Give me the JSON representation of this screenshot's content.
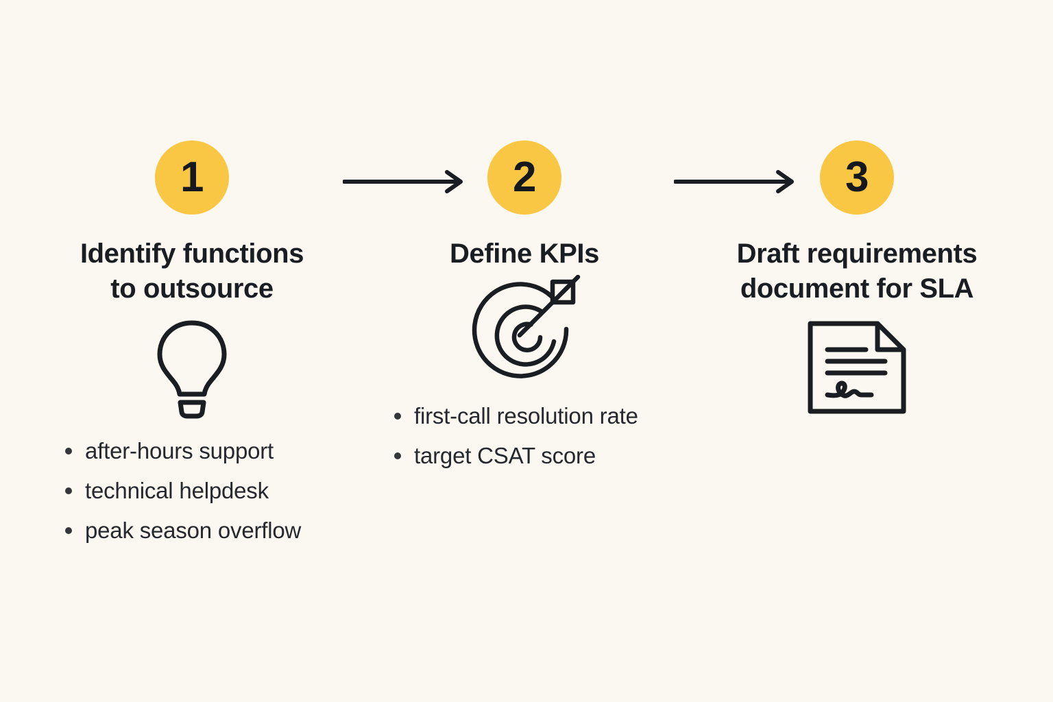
{
  "background_color": "#FBF7F1",
  "accent_color": "#F9C744",
  "text_color": "#1A1D21",
  "steps": [
    {
      "number": "1",
      "title": "Identify functions\nto outsource",
      "icon": "lightbulb-icon",
      "bullets": [
        "after-hours support",
        "technical helpdesk",
        "peak season overflow"
      ]
    },
    {
      "number": "2",
      "title": "Define KPIs",
      "icon": "target-arrow-icon",
      "bullets": [
        "first-call resolution rate",
        "target CSAT score"
      ]
    },
    {
      "number": "3",
      "title": "Draft requirements\ndocument for SLA",
      "icon": "signed-document-icon",
      "bullets": []
    }
  ],
  "connectors": [
    {
      "name": "arrow-step1-to-step2"
    },
    {
      "name": "arrow-step2-to-step3"
    }
  ]
}
